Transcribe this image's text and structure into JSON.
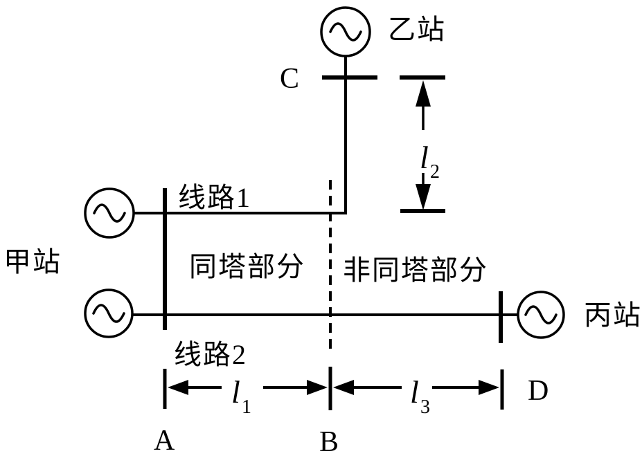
{
  "diagram": {
    "stations": {
      "jia": "甲站",
      "yi": "乙站",
      "bing": "丙站"
    },
    "line_labels": {
      "line1": "线路1",
      "line2": "线路2"
    },
    "sections": {
      "same_tower": "同塔部分",
      "non_same_tower": "非同塔部分"
    },
    "points": {
      "a": "A",
      "b": "B",
      "c": "C",
      "d": "D"
    },
    "lengths": {
      "l1": {
        "base": "l",
        "sub": "1"
      },
      "l2": {
        "base": "l",
        "sub": "2"
      },
      "l3": {
        "base": "l",
        "sub": "3"
      }
    },
    "colors": {
      "stroke": "#000000",
      "background": "#ffffff"
    }
  }
}
